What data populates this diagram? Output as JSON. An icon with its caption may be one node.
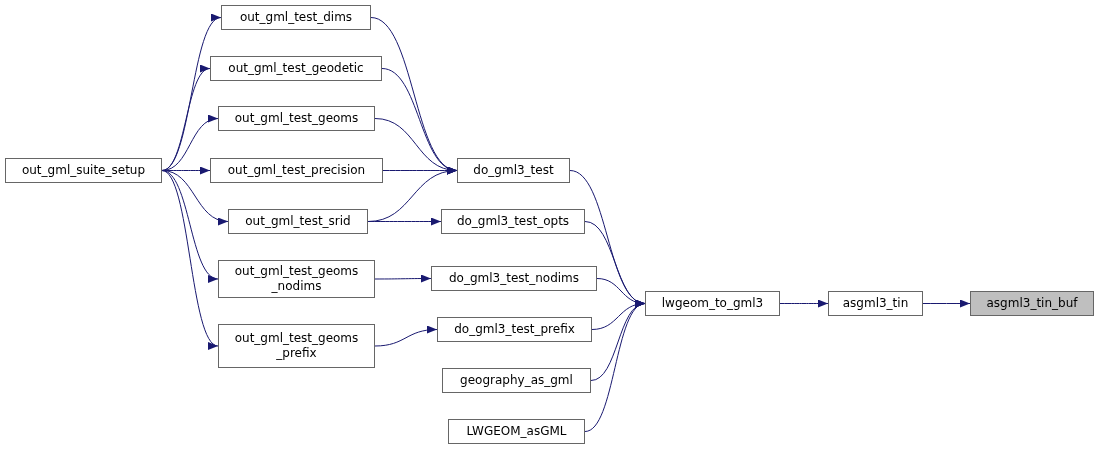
{
  "diagram": {
    "nodes": [
      {
        "text": [
          "out_gml_suite_setup"
        ]
      },
      {
        "text": [
          "out_gml_test_dims"
        ]
      },
      {
        "text": [
          "out_gml_test_geodetic"
        ]
      },
      {
        "text": [
          "out_gml_test_geoms"
        ]
      },
      {
        "text": [
          "out_gml_test_precision"
        ]
      },
      {
        "text": [
          "out_gml_test_srid"
        ]
      },
      {
        "text": [
          "out_gml_test_geoms _nodims"
        ]
      },
      {
        "text": [
          "out_gml_test_geoms _prefix"
        ]
      },
      {
        "text": [
          "do_gml3_test"
        ]
      },
      {
        "text": [
          "do_gml3_test_opts"
        ]
      },
      {
        "text": [
          "do_gml3_test_nodims"
        ]
      },
      {
        "text": [
          "do_gml3_test_prefix"
        ]
      },
      {
        "text": [
          "geography_as_gml"
        ]
      },
      {
        "text": [
          "LWGEOM_asGML"
        ]
      },
      {
        "text": [
          "lwgeom_to_gml3"
        ]
      },
      {
        "text": [
          "asgml3_tin"
        ]
      },
      {
        "text": [
          "asgml3_tin_buf"
        ]
      }
    ],
    "edges": [
      {
        "from": 0,
        "to": 1,
        "arrow": "to"
      },
      {
        "from": 0,
        "to": 2,
        "arrow": "to"
      },
      {
        "from": 0,
        "to": 3,
        "arrow": "to"
      },
      {
        "from": 0,
        "to": 4,
        "arrow": "to"
      },
      {
        "from": 0,
        "to": 5,
        "arrow": "to"
      },
      {
        "from": 0,
        "to": 6,
        "arrow": "to"
      },
      {
        "from": 0,
        "to": 7,
        "arrow": "to"
      },
      {
        "from": 1,
        "to": 8,
        "arrow": "to"
      },
      {
        "from": 2,
        "to": 8,
        "arrow": "to"
      },
      {
        "from": 3,
        "to": 8,
        "arrow": "to"
      },
      {
        "from": 4,
        "to": 8,
        "arrow": "to"
      },
      {
        "from": 5,
        "to": 8,
        "arrow": "to"
      },
      {
        "from": 5,
        "to": 9,
        "arrow": "to"
      },
      {
        "from": 6,
        "to": 10,
        "arrow": "to"
      },
      {
        "from": 7,
        "to": 11,
        "arrow": "to"
      },
      {
        "from": 8,
        "to": 14,
        "arrow": "to"
      },
      {
        "from": 9,
        "to": 14,
        "arrow": "to"
      },
      {
        "from": 10,
        "to": 14,
        "arrow": "to"
      },
      {
        "from": 11,
        "to": 14,
        "arrow": "to"
      },
      {
        "from": 12,
        "to": 14,
        "arrow": "to"
      },
      {
        "from": 13,
        "to": 14,
        "arrow": "to"
      },
      {
        "from": 14,
        "to": 15,
        "arrow": "to"
      },
      {
        "from": 15,
        "to": 16,
        "arrow": "to"
      }
    ]
  }
}
